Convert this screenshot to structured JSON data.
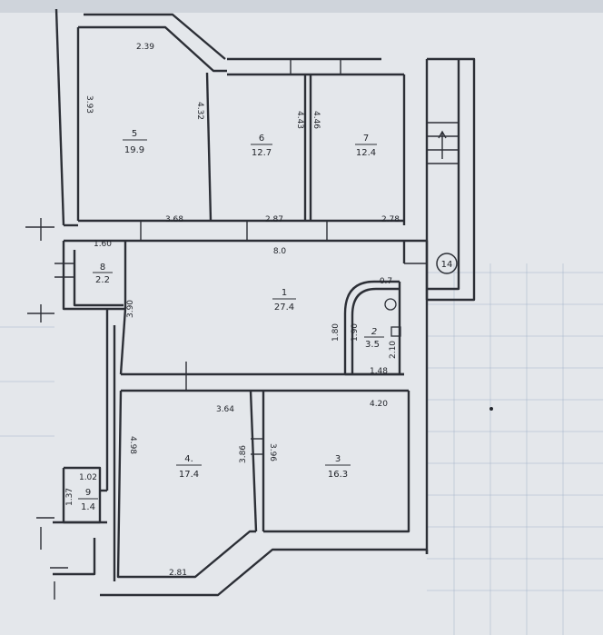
{
  "rooms": [
    {
      "number": "5",
      "area": "19.9"
    },
    {
      "number": "6",
      "area": "12.7"
    },
    {
      "number": "7",
      "area": "12.4"
    },
    {
      "number": "8",
      "area": "2.2"
    },
    {
      "number": "1",
      "area": "27.4"
    },
    {
      "number": "2",
      "area": "3.5"
    },
    {
      "number": "4.",
      "area": "17.4"
    },
    {
      "number": "3",
      "area": "16.3"
    },
    {
      "number": "9",
      "area": "1.4"
    }
  ],
  "dimensions": {
    "d_2_39": "2.39",
    "d_3_93": "3.93",
    "d_4_32": "4.32",
    "d_4_43": "4.43",
    "d_4_46": "4.46",
    "d_3_68": "3.68",
    "d_2_87": "2.87",
    "d_2_78": "2.78",
    "d_1_60": "1.60",
    "d_8_0": "8.0",
    "d_0_7": "0.7",
    "d_3_90": "3.90",
    "d_1_80": "1.80",
    "d_1_90": "1.90",
    "d_2_10": "2.10",
    "d_1_48": "1.48",
    "d_3_64": "3.64",
    "d_4_20": "4.20",
    "d_4_98": "4.98",
    "d_3_86": "3.86",
    "d_3_96": "3.96",
    "d_1_02": "1.02",
    "d_1_37": "1.37",
    "d_2_81": "2.81"
  },
  "staircase_marker": "14"
}
